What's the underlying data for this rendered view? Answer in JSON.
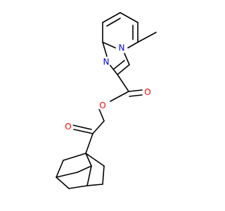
{
  "molecule": {
    "atoms": [
      {
        "id": "N1",
        "label": "N",
        "color": "#0000ff"
      },
      {
        "id": "N2",
        "label": "N",
        "color": "#0000ff"
      },
      {
        "id": "O1",
        "label": "O",
        "color": "#ff0000"
      },
      {
        "id": "O2",
        "label": "O",
        "color": "#ff0000"
      },
      {
        "id": "O3",
        "label": "O",
        "color": "#ff0000"
      }
    ],
    "bond_color": "#000000"
  }
}
